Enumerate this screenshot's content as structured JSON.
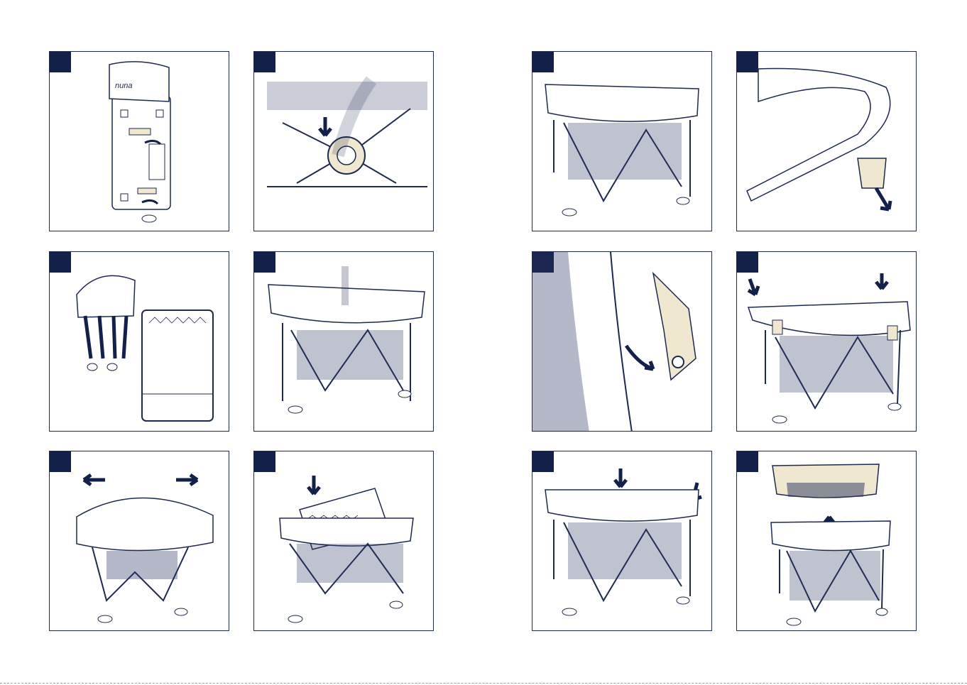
{
  "colors": {
    "outline": "#1d2a4d",
    "tab": "#13204a",
    "accent_beige": "#efe7cf",
    "mesh": "#2a3560"
  },
  "brand": {
    "logo": "nuna"
  },
  "panels": [
    {
      "id": "p1",
      "desc": "folded-crib"
    },
    {
      "id": "p2",
      "desc": "press-hub"
    },
    {
      "id": "p3",
      "desc": "crib-top-view-1"
    },
    {
      "id": "p4",
      "desc": "clip-detail"
    },
    {
      "id": "p5",
      "desc": "folded-frame-and-mattress"
    },
    {
      "id": "p6",
      "desc": "push-center"
    },
    {
      "id": "p7",
      "desc": "strap-detail"
    },
    {
      "id": "p8",
      "desc": "press-corners"
    },
    {
      "id": "p9",
      "desc": "pull-rails"
    },
    {
      "id": "p10",
      "desc": "insert-mattress"
    },
    {
      "id": "p11",
      "desc": "press-sides"
    },
    {
      "id": "p12",
      "desc": "lift-bassinet"
    }
  ]
}
